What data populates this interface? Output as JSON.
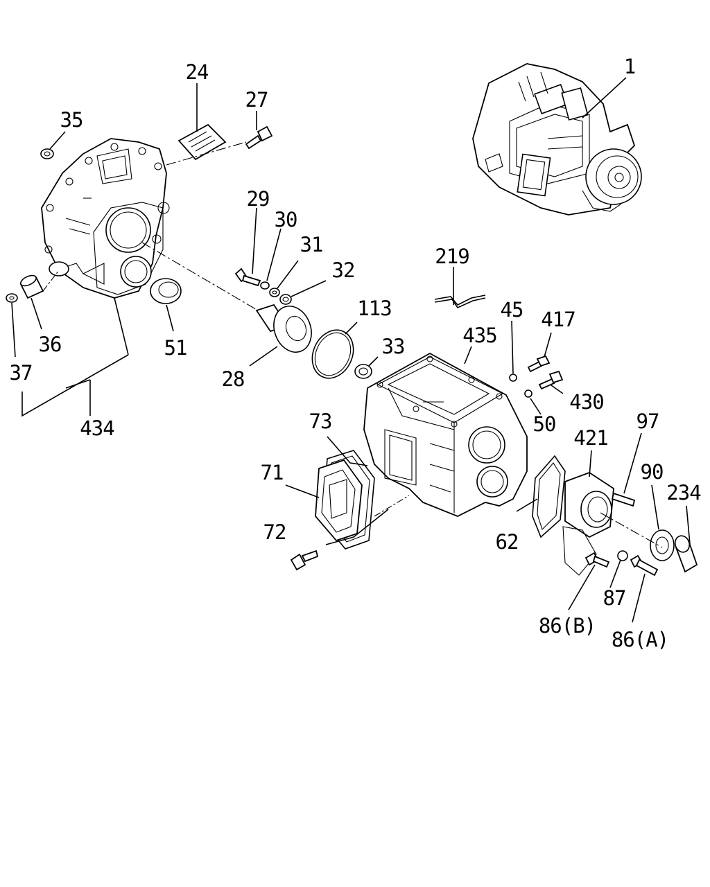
{
  "labels": {
    "l1": "1",
    "l24": "24",
    "l27": "27",
    "l35": "35",
    "l29": "29",
    "l30": "30",
    "l31": "31",
    "l32": "32",
    "l219": "219",
    "l113": "113",
    "l45": "45",
    "l417": "417",
    "l33": "33",
    "l435": "435",
    "l51": "51",
    "l28": "28",
    "l36": "36",
    "l37": "37",
    "l434": "434",
    "l430": "430",
    "l50": "50",
    "l73": "73",
    "l421": "421",
    "l97": "97",
    "l71": "71",
    "l90": "90",
    "l234": "234",
    "l72": "72",
    "l62": "62",
    "l87": "87",
    "l86b": "86(B)",
    "l86a": "86(A)"
  }
}
